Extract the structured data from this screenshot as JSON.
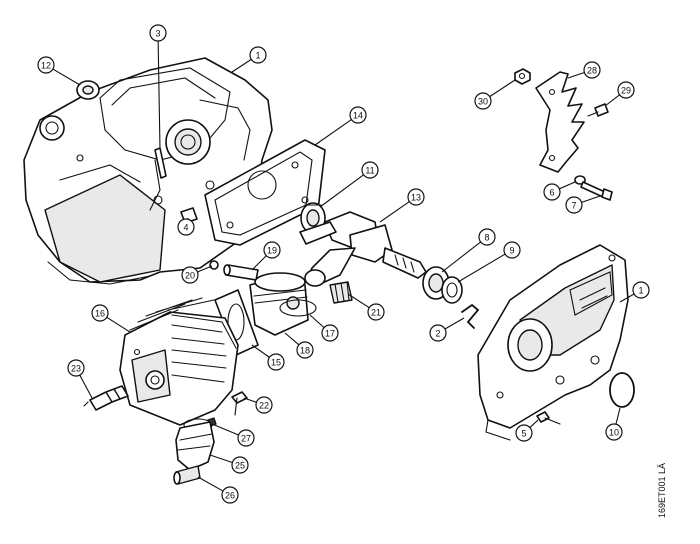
{
  "figure": {
    "reference_code": "169ET001 LÄ"
  },
  "callouts": [
    {
      "id": "c1a",
      "label": "1"
    },
    {
      "id": "c3",
      "label": "3"
    },
    {
      "id": "c12",
      "label": "12"
    },
    {
      "id": "c14",
      "label": "14"
    },
    {
      "id": "c4",
      "label": "4"
    },
    {
      "id": "c20",
      "label": "20"
    },
    {
      "id": "c11",
      "label": "11"
    },
    {
      "id": "c13",
      "label": "13"
    },
    {
      "id": "c19",
      "label": "19"
    },
    {
      "id": "c8",
      "label": "8"
    },
    {
      "id": "c9",
      "label": "9"
    },
    {
      "id": "c21",
      "label": "21"
    },
    {
      "id": "c17",
      "label": "17"
    },
    {
      "id": "c18",
      "label": "18"
    },
    {
      "id": "c15",
      "label": "15"
    },
    {
      "id": "c16",
      "label": "16"
    },
    {
      "id": "c23",
      "label": "23"
    },
    {
      "id": "c22",
      "label": "22"
    },
    {
      "id": "c27",
      "label": "27"
    },
    {
      "id": "c25",
      "label": "25"
    },
    {
      "id": "c26",
      "label": "26"
    },
    {
      "id": "c2",
      "label": "2"
    },
    {
      "id": "c1b",
      "label": "1"
    },
    {
      "id": "c5",
      "label": "5"
    },
    {
      "id": "c10",
      "label": "10"
    },
    {
      "id": "c28",
      "label": "28"
    },
    {
      "id": "c29",
      "label": "29"
    },
    {
      "id": "c30",
      "label": "30"
    },
    {
      "id": "c6",
      "label": "6"
    },
    {
      "id": "c7",
      "label": "7"
    }
  ]
}
